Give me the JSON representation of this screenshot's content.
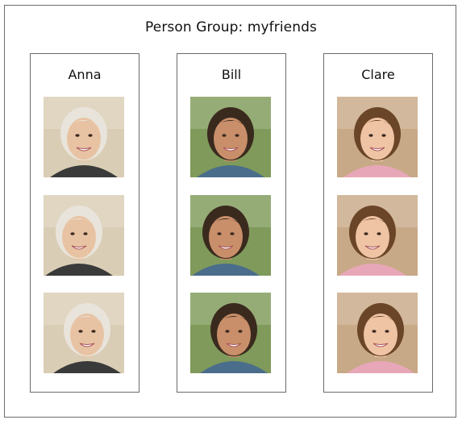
{
  "group": {
    "title": "Person Group: myfriends"
  },
  "persons": [
    {
      "name": "Anna",
      "palette": {
        "bg": "#d9cdb5",
        "hair": "#e9e4db",
        "skin": "#e8c3a3",
        "cloth": "#3a3a3a"
      },
      "faces": [
        "face-photo-anna-1",
        "face-photo-anna-2",
        "face-photo-anna-3"
      ]
    },
    {
      "name": "Bill",
      "palette": {
        "bg": "#7f9a5a",
        "hair": "#3a2a1e",
        "skin": "#c98f6a",
        "cloth": "#4a6d8c"
      },
      "faces": [
        "face-photo-bill-1",
        "face-photo-bill-2",
        "face-photo-bill-3"
      ]
    },
    {
      "name": "Clare",
      "palette": {
        "bg": "#c8a987",
        "hair": "#6b4528",
        "skin": "#efc4a5",
        "cloth": "#e8a7b8"
      },
      "faces": [
        "face-photo-clare-1",
        "face-photo-clare-2",
        "face-photo-clare-3"
      ]
    }
  ],
  "colors": {
    "border": "#6b6b6b",
    "background": "#ffffff",
    "text": "#111111"
  }
}
